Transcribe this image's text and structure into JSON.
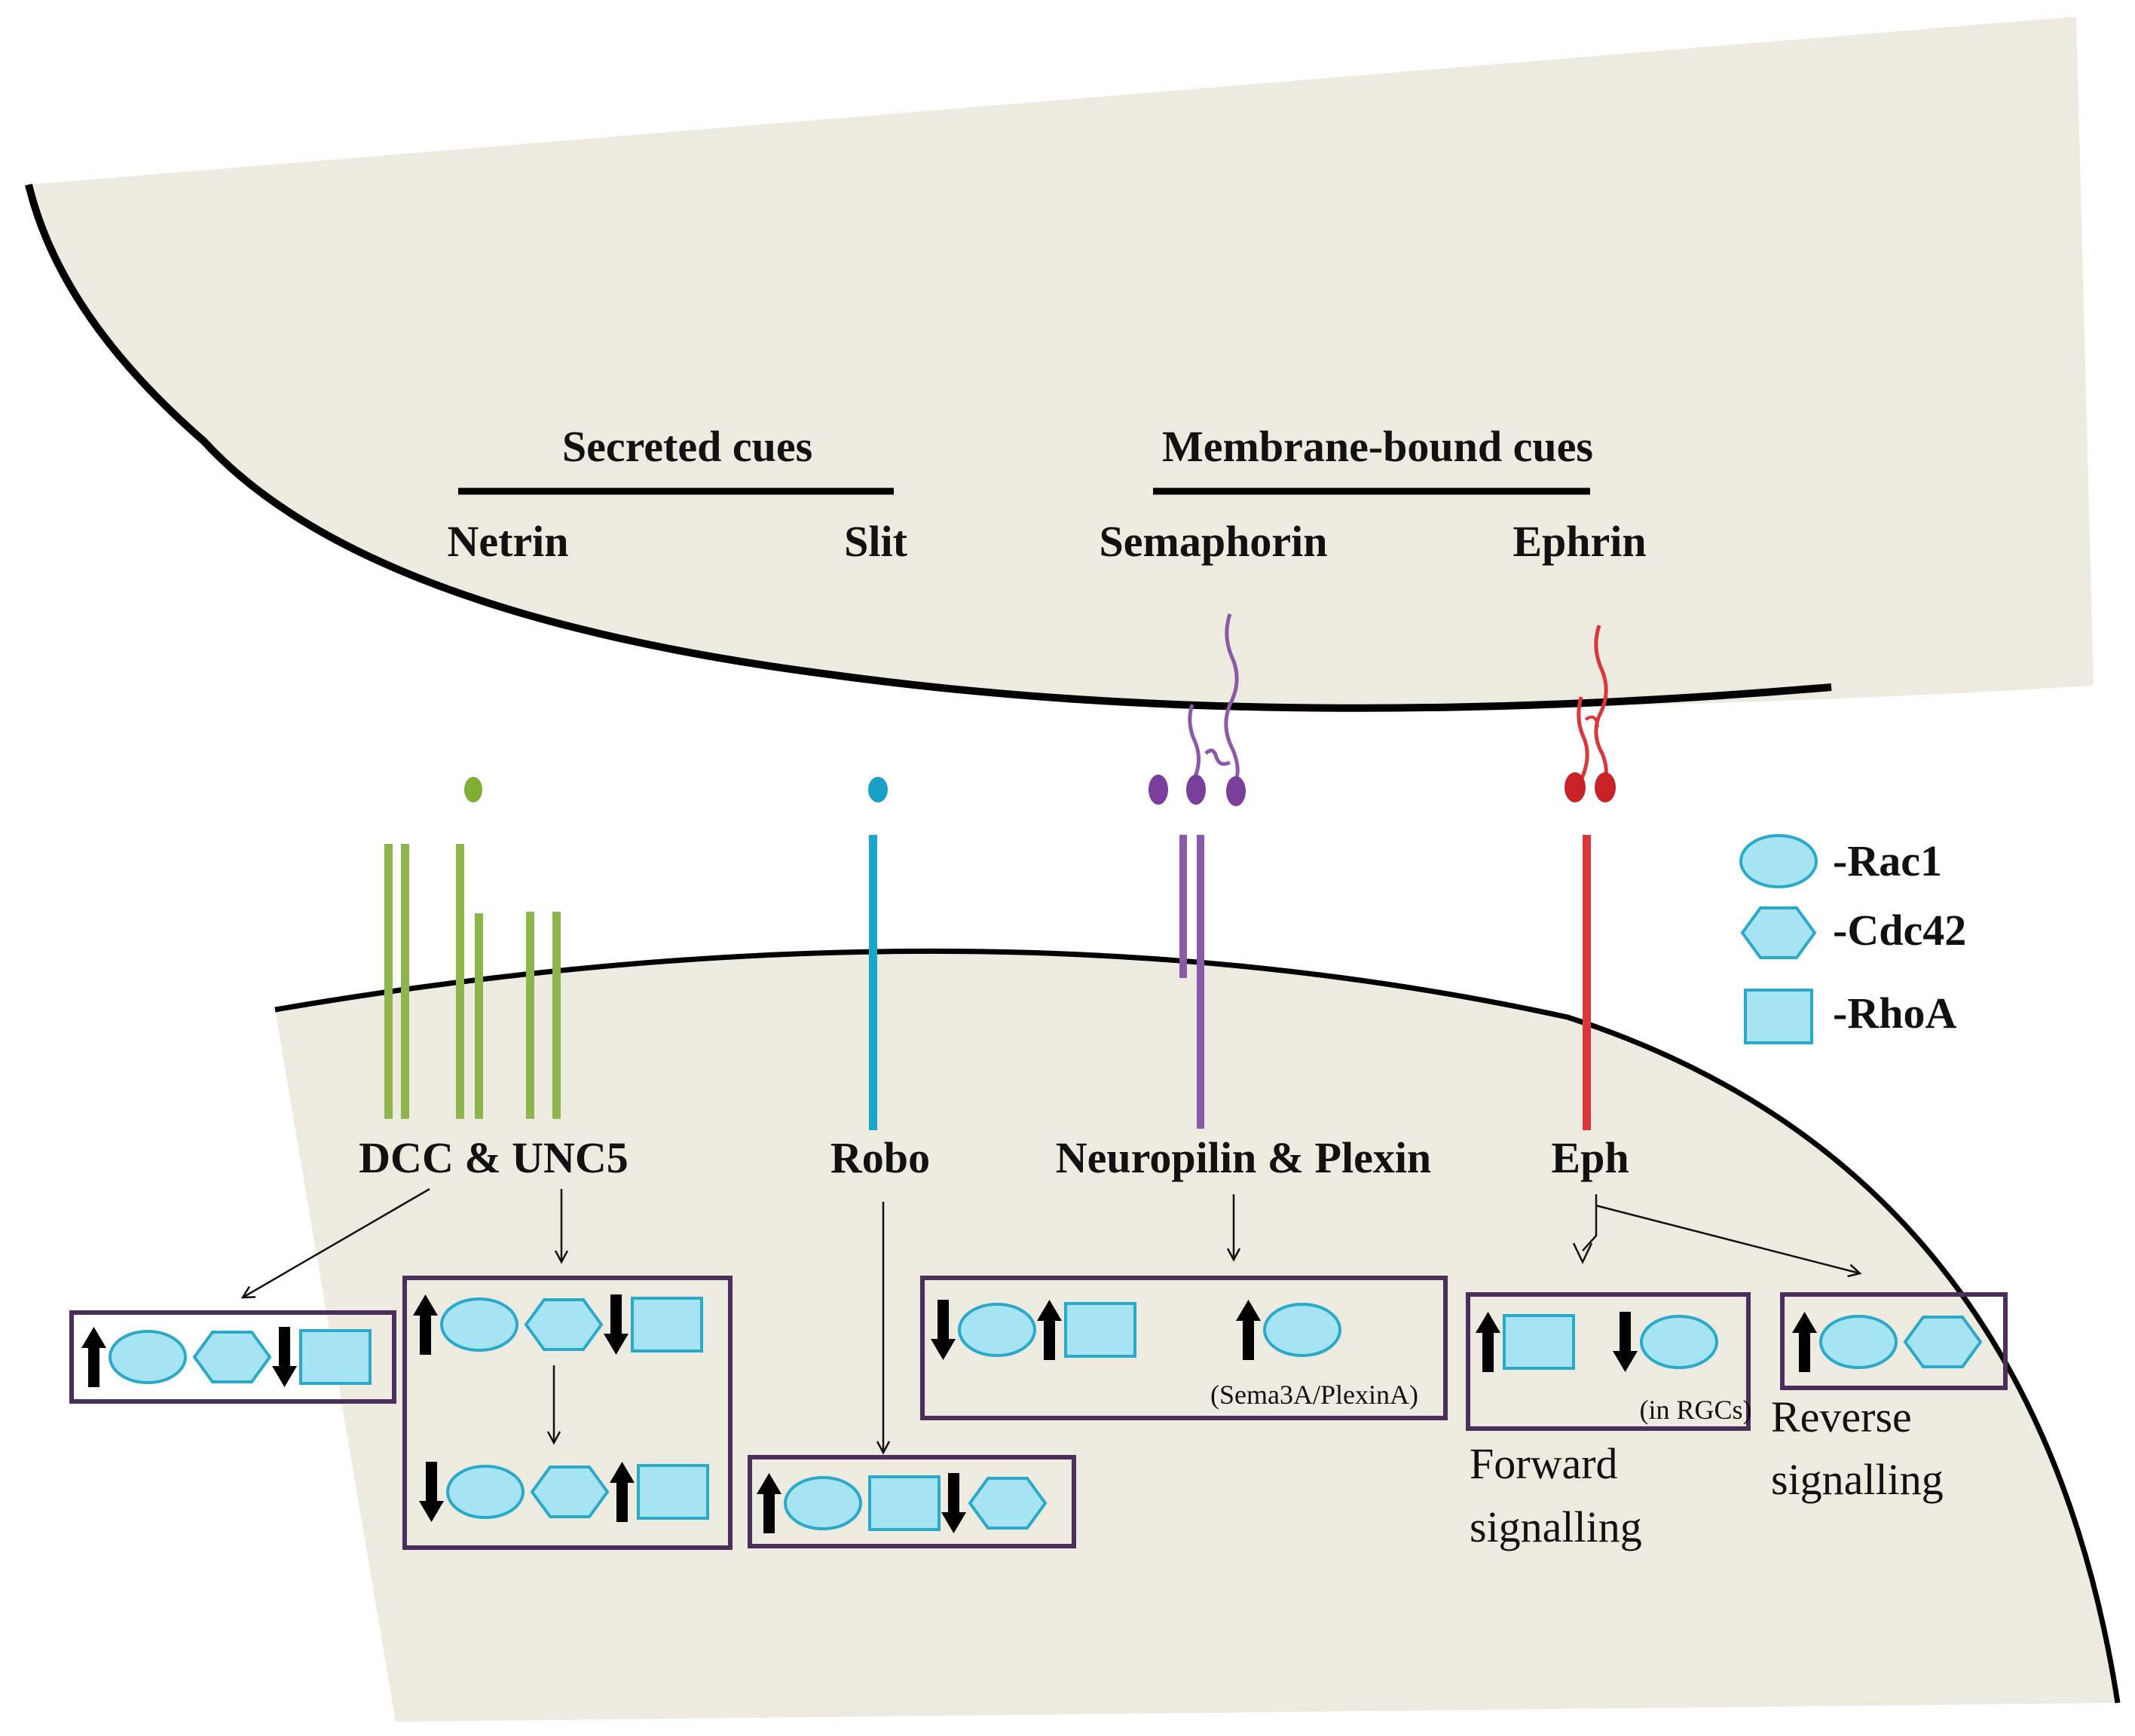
{
  "headings": {
    "secreted": "Secreted cues",
    "membrane_bound": "Membrane-bound cues"
  },
  "ligands": {
    "netrin": "Netrin",
    "slit": "Slit",
    "semaphorin": "Semaphorin",
    "ephrin": "Ephrin"
  },
  "receptors": {
    "dcc_unc5": "DCC & UNC5",
    "robo": "Robo",
    "neuropilin_plexin": "Neuropilin & Plexin",
    "eph": "Eph"
  },
  "legend": {
    "rac1": "-Rac1",
    "cdc42": "-Cdc42",
    "rhoa": "-RhoA"
  },
  "notes": {
    "sema3a": "(Sema3A/PlexinA)",
    "rgcs": "(in RGCs)",
    "forward_1": "Forward",
    "forward_2": "signalling",
    "reverse_1": "Reverse",
    "reverse_2": "signalling"
  },
  "colors": {
    "tissue": "#edeae0",
    "netrin_green": "#8db54c",
    "slit_cyan": "#1aa6c9",
    "sema_purple": "#8a5aa8",
    "ephrin_red": "#d9373c",
    "gtpase_fill": "#a6e4f4",
    "gtpase_stroke": "#2aa9c9",
    "box_border": "#4a2f5a"
  },
  "effect_boxes": [
    {
      "id": "netrin-attraction",
      "items": [
        "up",
        "rac1",
        "cdc42",
        "down",
        "rhoa"
      ]
    },
    {
      "id": "netrin-repulsion-1",
      "items": [
        "up",
        "rac1",
        "cdc42",
        "down",
        "rhoa"
      ]
    },
    {
      "id": "netrin-repulsion-2",
      "items": [
        "down",
        "rac1",
        "cdc42",
        "up",
        "rhoa"
      ]
    },
    {
      "id": "slit-robo",
      "items": [
        "up",
        "rac1",
        "rhoa",
        "down",
        "cdc42"
      ]
    },
    {
      "id": "semaphorin",
      "items": [
        "down",
        "rac1",
        "up",
        "rhoa"
      ]
    },
    {
      "id": "semaphorin-sema3a",
      "items": [
        "up",
        "rac1"
      ]
    },
    {
      "id": "eph-forward",
      "items": [
        "up",
        "rhoa"
      ]
    },
    {
      "id": "eph-forward-rgc",
      "items": [
        "down",
        "rac1"
      ]
    },
    {
      "id": "eph-reverse",
      "items": [
        "up",
        "rac1",
        "cdc42"
      ]
    }
  ]
}
